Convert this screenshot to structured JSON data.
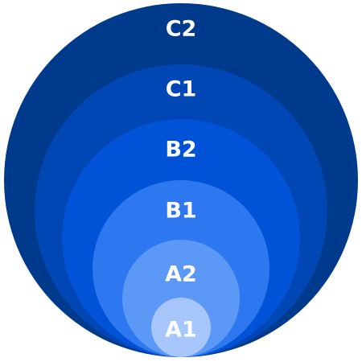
{
  "diagram": {
    "levels": [
      {
        "label": "C2",
        "color": "#003a8c"
      },
      {
        "label": "C1",
        "color": "#0046b4"
      },
      {
        "label": "B2",
        "color": "#0052d6"
      },
      {
        "label": "B1",
        "color": "#2d78f0"
      },
      {
        "label": "A2",
        "color": "#5c98f5"
      },
      {
        "label": "A1",
        "color": "#a7c6fb"
      }
    ]
  }
}
